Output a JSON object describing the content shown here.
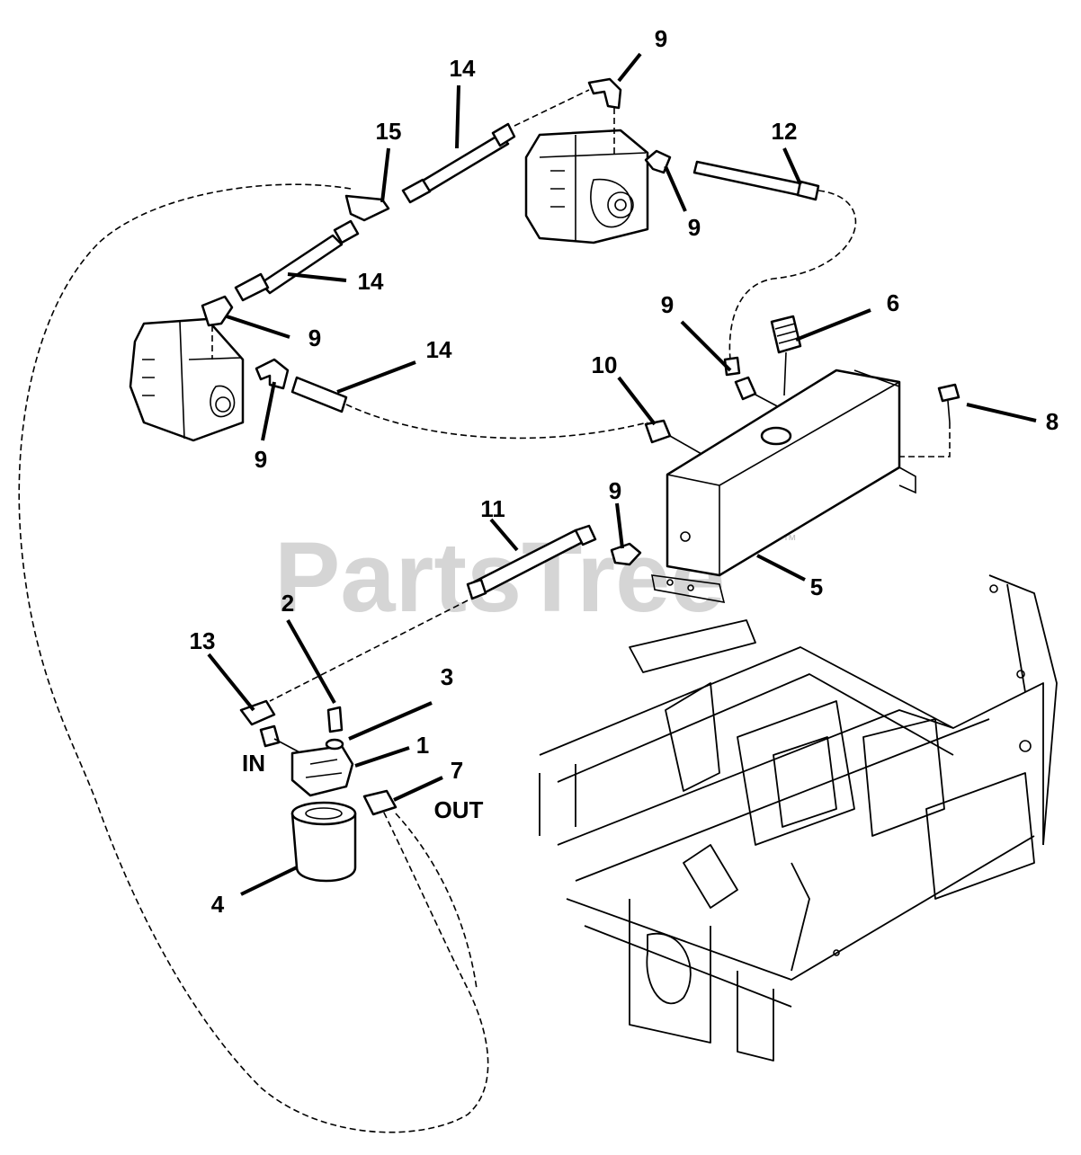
{
  "watermark": {
    "text": "PartsTree",
    "mark": "™"
  },
  "labels": {
    "in": "IN",
    "out": "OUT"
  },
  "callouts": {
    "c1": "1",
    "c2": "2",
    "c3": "3",
    "c4": "4",
    "c5": "5",
    "c6": "6",
    "c7": "7",
    "c8": "8",
    "c9a": "9",
    "c9b": "9",
    "c9c": "9",
    "c9d": "9",
    "c9e": "9",
    "c9f": "9",
    "c10": "10",
    "c11": "11",
    "c12": "12",
    "c13": "13",
    "c14a": "14",
    "c14b": "14",
    "c14c": "14",
    "c15": "15"
  },
  "colors": {
    "line": "#000000",
    "background": "#ffffff",
    "watermark": "#c8c8c8"
  }
}
